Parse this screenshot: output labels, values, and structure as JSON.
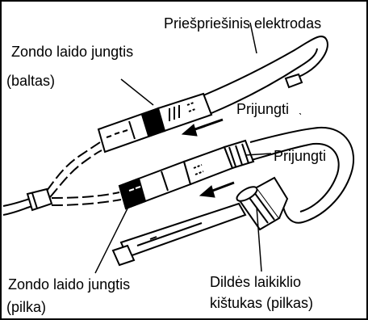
{
  "labels": {
    "counter_electrode": "Priešpriešinis elektrodas",
    "probe_connector_white_line1": "Zondo laido jungtis",
    "probe_connector_white_line2": "(baltas)",
    "connect_top": "Prijungti",
    "connect_top_tick": "ˎ",
    "connect_middle": "Prijungti",
    "probe_connector_gray_line1": "Zondo laido jungtis",
    "probe_connector_gray_line2": "(pilka)",
    "clip_plug_line1": "Dildės laikiklio",
    "clip_plug_line2": "kištukas (pilkas)"
  },
  "colors": {
    "ink": "#000000",
    "background": "#ffffff",
    "frame": "#000000"
  }
}
